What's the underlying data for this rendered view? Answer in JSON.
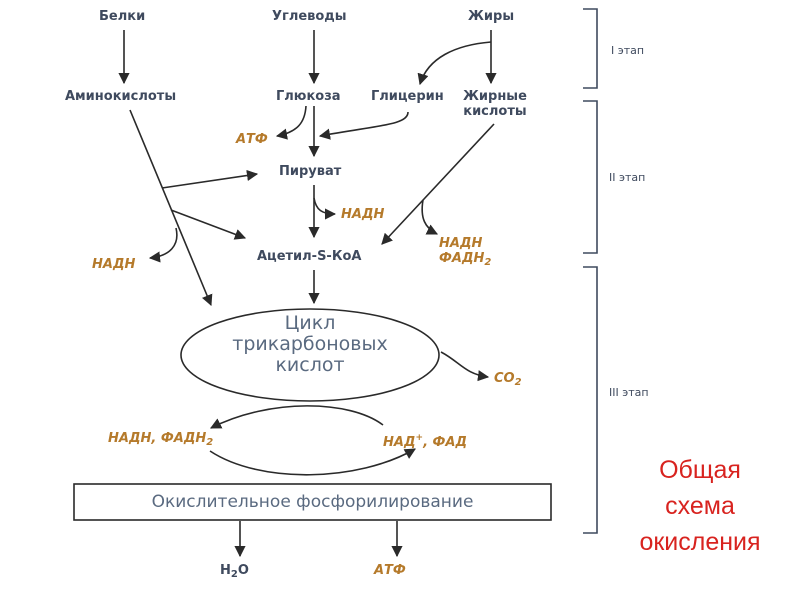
{
  "nodes": {
    "belki": "Белки",
    "uglevody": "Углеводы",
    "zhiry": "Жиры",
    "aminokisloty": "Аминокислоты",
    "glyukoza": "Глюкоза",
    "glitserin": "Глицерин",
    "zhirnye_line1": "Жирные",
    "zhirnye_line2": "кислоты",
    "piruvat": "Пируват",
    "atsetil": "Ацетил-S-КоА",
    "cycle_line1": "Цикл",
    "cycle_line2": "трикарбоновых",
    "cycle_line3": "кислот",
    "oxphos": "Окислительное фосфорилирование"
  },
  "outputs": {
    "atf_top": "АТФ",
    "nadh_piruvat": "НАДН",
    "nadh_left": "НАДН",
    "nadh_right": "НАДН",
    "fadh_right": "ФАДН",
    "fadh_right_sub": "2",
    "co2": "CO",
    "co2_sub": "2",
    "nadh_fadh_left": "НАДН, ФАДН",
    "nadh_fadh_left_sub": "2",
    "nad_fad_right": "НАД",
    "nad_fad_right_sup": "+",
    "nad_fad_right_tail": ", ФАД",
    "h2o": "H",
    "h2o_sub": "2",
    "h2o_tail": "O",
    "atf_bottom": "АТФ"
  },
  "stages": {
    "stage1": "I этап",
    "stage2": "II этап",
    "stage3": "III этап"
  },
  "caption": {
    "line1": "Общая",
    "line2": "схема",
    "line3": "окисления"
  },
  "colors": {
    "node_text": "#3f4a5e",
    "output_text": "#b57a2b",
    "caption_text": "#d8231f",
    "lines": "#2a2a2a"
  }
}
